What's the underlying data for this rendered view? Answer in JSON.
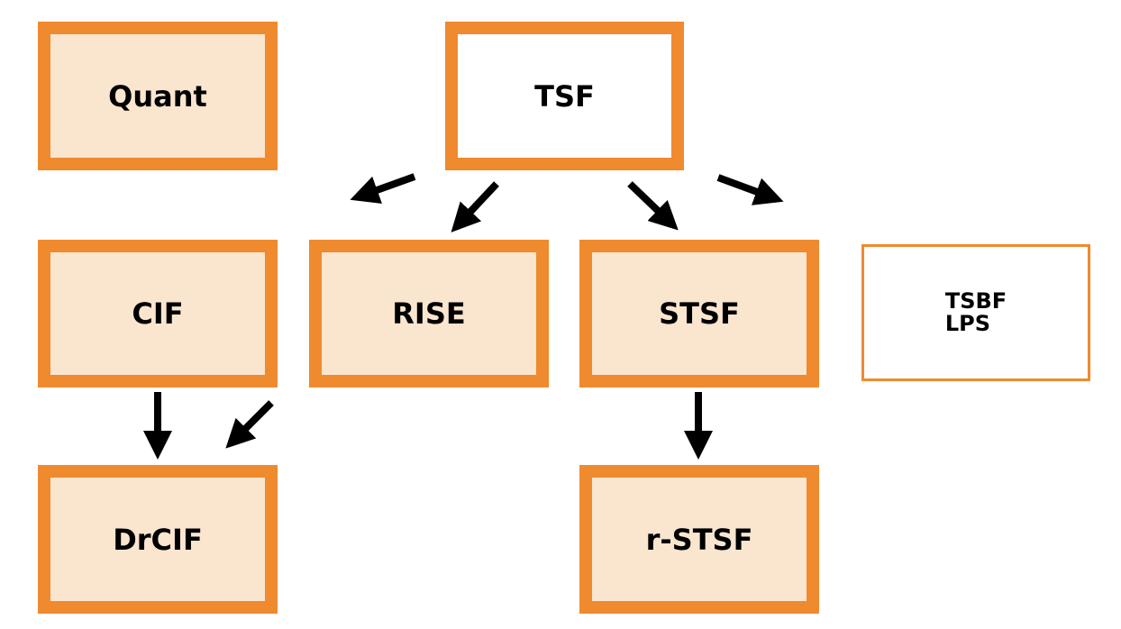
{
  "nodes": {
    "quant": "Quant",
    "tsf": "TSF",
    "cif": "CIF",
    "rise": "RISE",
    "stsf": "STSF",
    "tsbf": "TSBF",
    "lps": "LPS",
    "drcif": "DrCIF",
    "rstsf": "r-STSF"
  },
  "colors": {
    "border": "#ef8a2f",
    "fill": "#fae5cf",
    "arrow": "#000000"
  },
  "edges": [
    {
      "from": "tsf",
      "to": "cif"
    },
    {
      "from": "tsf",
      "to": "rise"
    },
    {
      "from": "tsf",
      "to": "stsf"
    },
    {
      "from": "tsf",
      "to": "tsbf"
    },
    {
      "from": "cif",
      "to": "drcif"
    },
    {
      "from": "rise",
      "to": "drcif"
    },
    {
      "from": "stsf",
      "to": "rstsf"
    }
  ]
}
